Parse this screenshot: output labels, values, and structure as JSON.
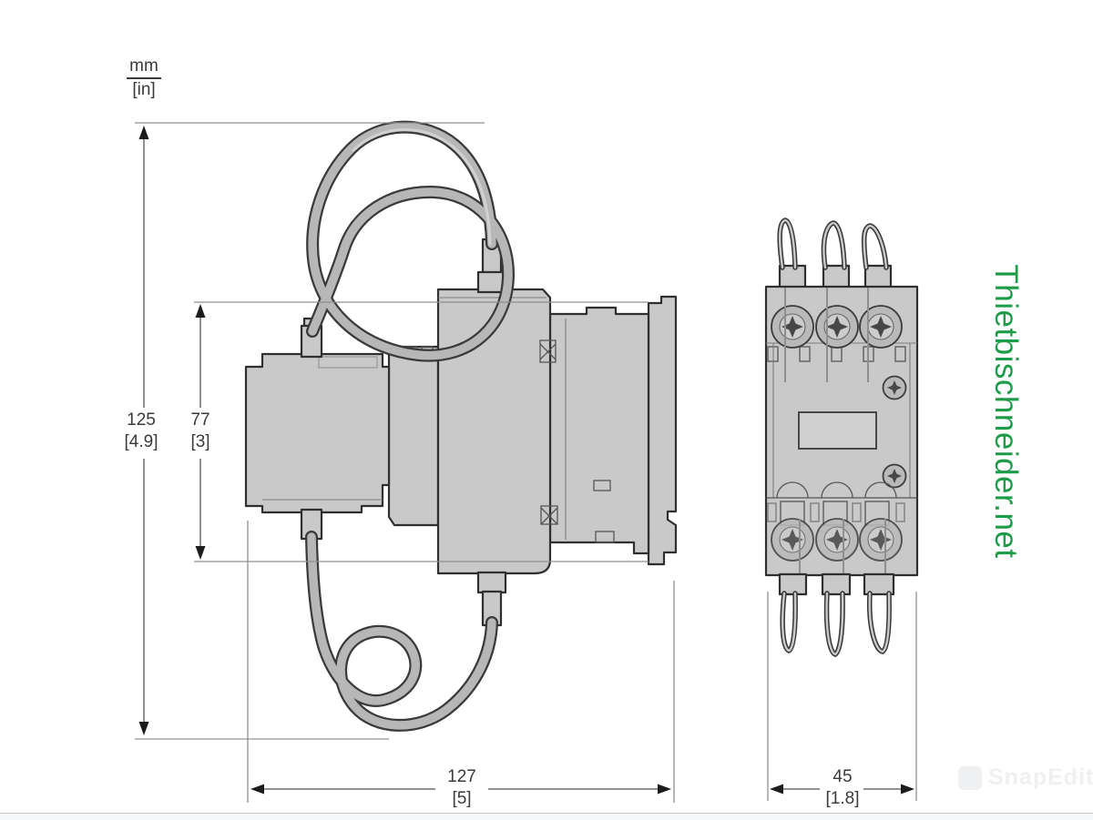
{
  "units_legend": {
    "metric": "mm",
    "imperial": "[in]"
  },
  "dimensions": {
    "overall_height": {
      "mm": "125",
      "inches": "[4.9]"
    },
    "device_height": {
      "mm": "77",
      "inches": "[3]"
    },
    "overall_width": {
      "mm": "127",
      "inches": "[5]"
    },
    "front_width": {
      "mm": "45",
      "inches": "[1.8]"
    }
  },
  "watermark": {
    "text": "Thietbischneider.net",
    "color": "#1f9c49"
  },
  "editor_watermark": {
    "text": "SnapEdit"
  },
  "drawing_colors": {
    "body_fill": "#c9c9c9",
    "outline": "#2f2f2f",
    "dimension_lines": "#6e6e6e",
    "extension_lines": "#909090",
    "arrows": "#1c1c1c",
    "label_text": "#3a3a3a"
  }
}
